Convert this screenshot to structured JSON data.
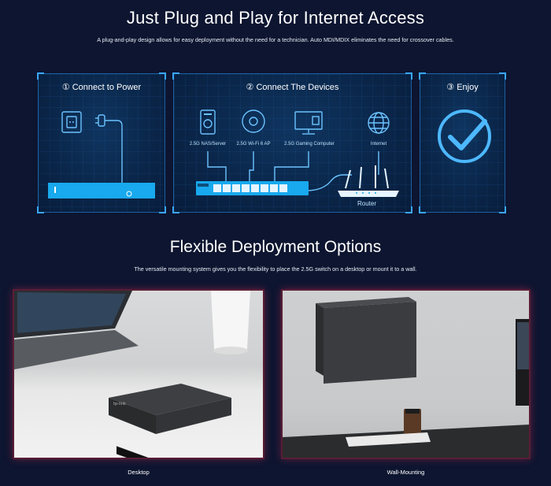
{
  "section1": {
    "title": "Just Plug and Play for Internet Access",
    "description": "A plug-and-play design allows for easy deployment without the need for a technician. Auto MDI/MDIX eliminates the need for crossover cables."
  },
  "panels": [
    {
      "title": "① Connect to Power"
    },
    {
      "title": "② Connect The Devices",
      "devices": [
        "2.5G NAS/Server",
        "2.5G Wi-Fi 6 AP",
        "2.5G Gaming Computer",
        "Internet"
      ],
      "router_label": "Router"
    },
    {
      "title": "③ Enjoy"
    }
  ],
  "section2": {
    "title": "Flexible Deployment Options",
    "description": "The versatile mounting system gives you the flexibility to place the 2.5G switch on a desktop or mount it to a wall."
  },
  "photos": [
    {
      "caption": "Desktop"
    },
    {
      "caption": "Wall-Mounting"
    }
  ],
  "colors": {
    "background": "#0d1530",
    "accent": "#3aa6ff",
    "switch_bar": "#18a9ee"
  }
}
